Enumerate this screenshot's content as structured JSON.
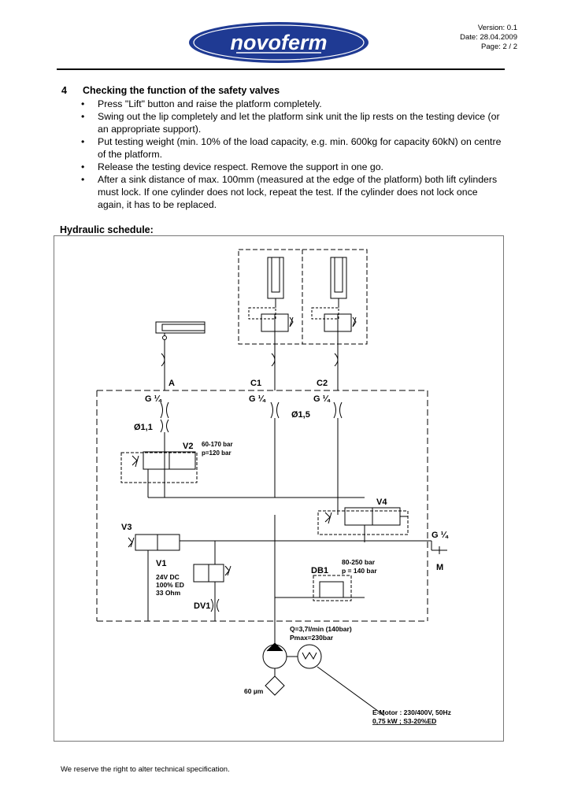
{
  "header": {
    "logo_text": "novoferm",
    "version": "Version: 0.1",
    "date": "Date: 28.04.2009",
    "page": "Page: 2 / 2"
  },
  "section": {
    "number": "4",
    "title": "Checking the function of the safety valves",
    "bullets": [
      "Press \"Lift\" button and raise the platform completely.",
      "Swing out the lip completely and let the platform sink unit the lip rests on the testing device (or an appropriate support).",
      "Put testing weight (min. 10% of the load capacity, e.g. min. 600kg for capacity 60kN) on centre of the platform.",
      "Release the testing device respect. Remove the support in one go.",
      "After a sink distance of max. 100mm (measured at the edge of the platform) both lift cylinders must lock. If one cylinder does not lock, repeat the test. If the cylinder does not lock once again, it has to be replaced."
    ]
  },
  "hydraulic": {
    "title": "Hydraulic schedule:",
    "labels": {
      "port_a": "A",
      "port_c1": "C1",
      "port_c2": "C2",
      "g_a": "G ¼",
      "g_c1": "G ¼",
      "g_c2": "G ¼",
      "g_m": "G ¼",
      "port_m": "M",
      "orifice_a": "Ø1,1",
      "orifice_c": "Ø1,5",
      "v2": "V2",
      "v2_range": "60-170 bar",
      "v2_set": "p=120 bar",
      "v3": "V3",
      "v4": "V4",
      "v1": "V1",
      "v1_spec1": "24V DC",
      "v1_spec2": "100% ED",
      "v1_spec3": "33 Ohm",
      "dv1": "DV1",
      "db1": "DB1",
      "db1_range": "80-250 bar",
      "db1_set": "p = 140 bar",
      "pump_q": "Q=3,7l/min (140bar)",
      "pump_pmax": "Pmax=230bar",
      "filter": "60 µm",
      "motor_1": "E-Motor : 230/400V, 50Hz",
      "motor_2": "0,75 kW ; S3-20%ED"
    }
  },
  "footer": {
    "text": "We reserve the right to alter technical specification."
  }
}
